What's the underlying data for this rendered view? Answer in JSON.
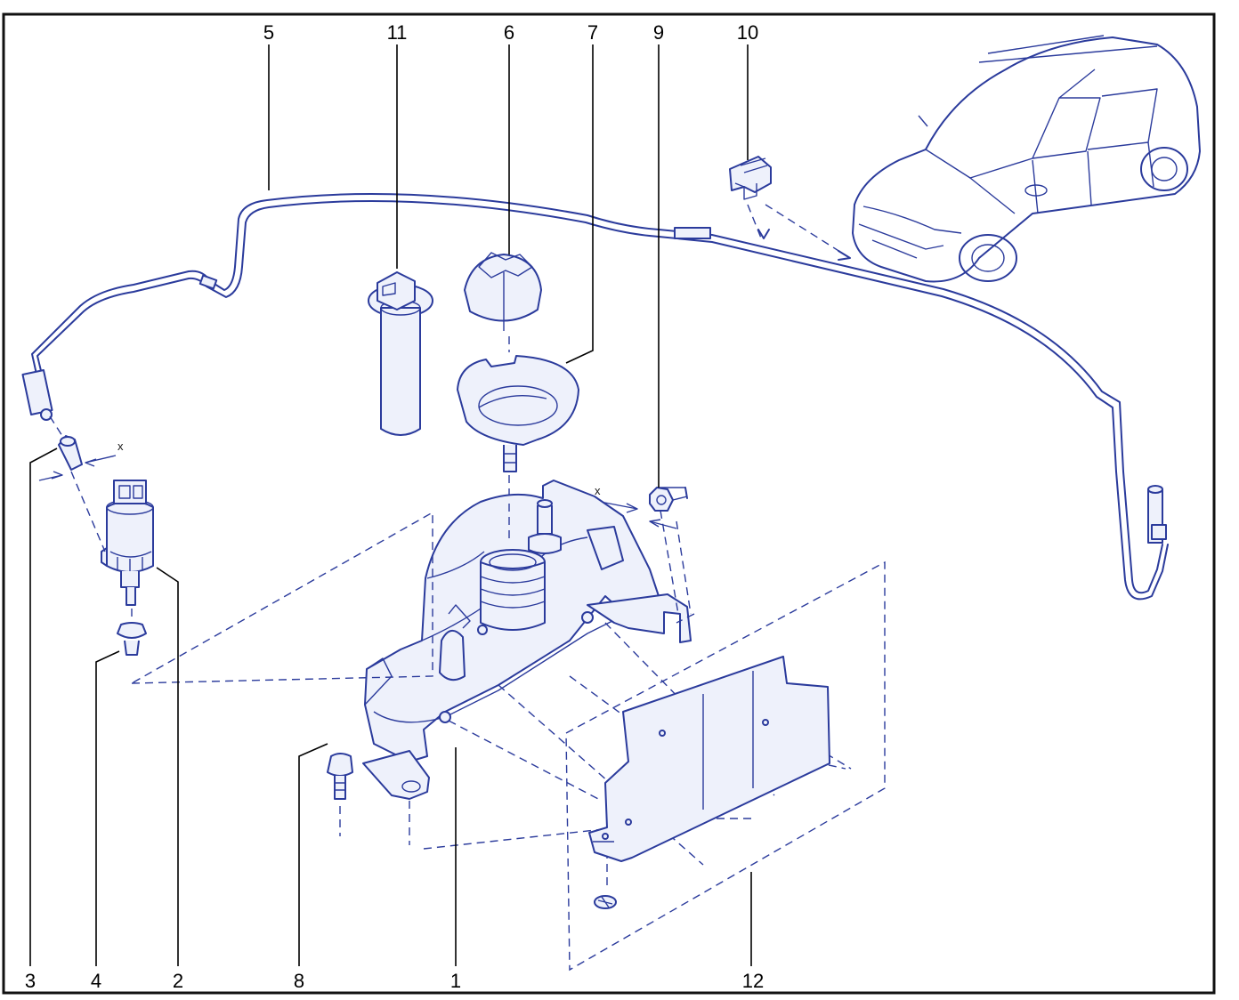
{
  "diagram": {
    "callouts": [
      {
        "id": "c5",
        "label": "5"
      },
      {
        "id": "c11",
        "label": "11"
      },
      {
        "id": "c6",
        "label": "6"
      },
      {
        "id": "c7",
        "label": "7"
      },
      {
        "id": "c9",
        "label": "9"
      },
      {
        "id": "c10",
        "label": "10"
      },
      {
        "id": "c3",
        "label": "3"
      },
      {
        "id": "c4",
        "label": "4"
      },
      {
        "id": "c2",
        "label": "2"
      },
      {
        "id": "c8",
        "label": "8"
      },
      {
        "id": "c1",
        "label": "1"
      },
      {
        "id": "c12",
        "label": "12"
      }
    ],
    "dimension_marks": [
      "x",
      "x"
    ]
  }
}
